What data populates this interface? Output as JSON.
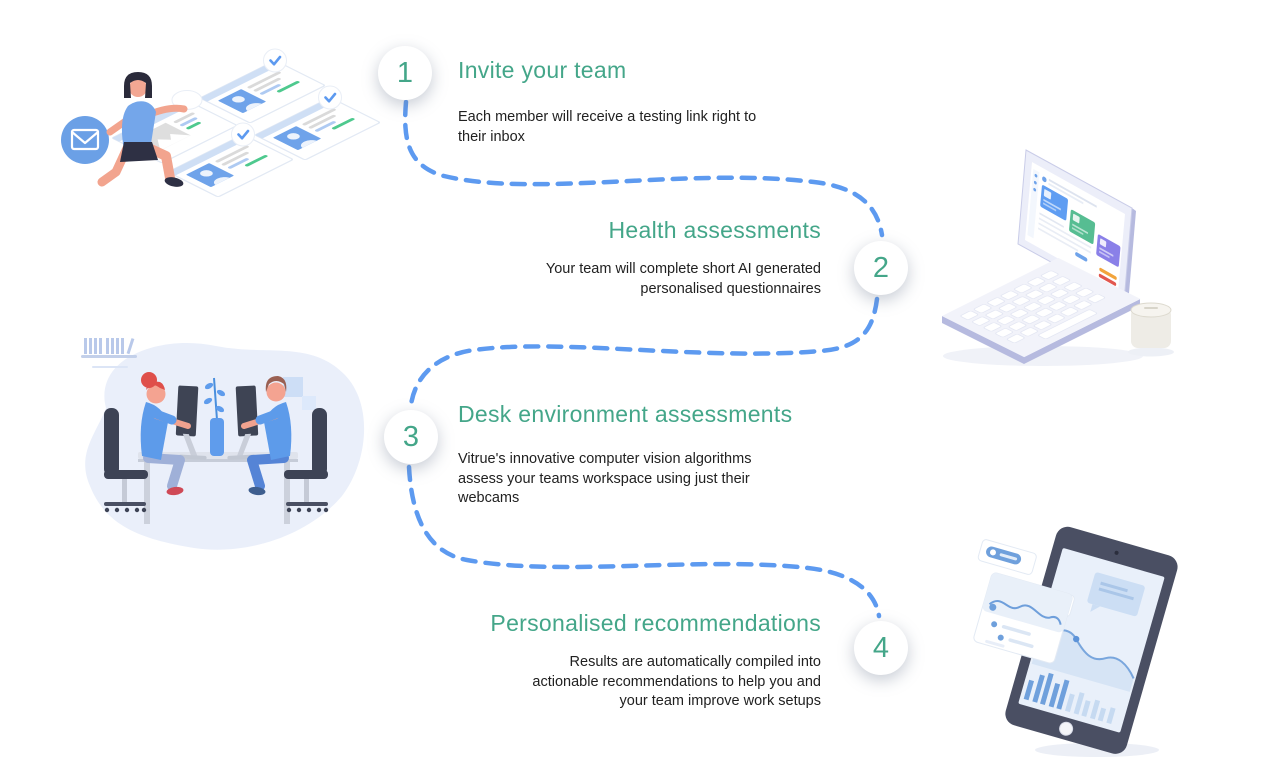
{
  "colors": {
    "accent-green": "#44a689",
    "connector-blue": "#5d9af0",
    "text-dark": "#212121",
    "illustration-blue": "#5d9bea"
  },
  "steps": [
    {
      "number": "1",
      "title": "Invite your team",
      "align": "left",
      "description_lines": [
        "Each member will receive a testing link right to",
        "their inbox"
      ]
    },
    {
      "number": "2",
      "title": "Health assessments",
      "align": "right",
      "description_lines": [
        "Your team will complete short AI generated",
        "personalised questionnaires"
      ]
    },
    {
      "number": "3",
      "title": "Desk environment assessments",
      "align": "left",
      "description_lines": [
        "Vitrue's innovative computer vision algorithms",
        "assess your teams workspace using just their",
        "webcams"
      ]
    },
    {
      "number": "4",
      "title": "Personalised recommendations",
      "align": "right",
      "description_lines": [
        "Results are automatically compiled into",
        "actionable recommendations to help you and",
        "your team improve work setups"
      ]
    }
  ],
  "illustrations": {
    "invite": "woman with envelope badge and team profile cards",
    "laptop": "laptop showing assessment dashboard beside a cup",
    "desk": "two teammates working face to face at a desk with monitors",
    "tablet": "tablet with result charts and recommendation cards"
  }
}
